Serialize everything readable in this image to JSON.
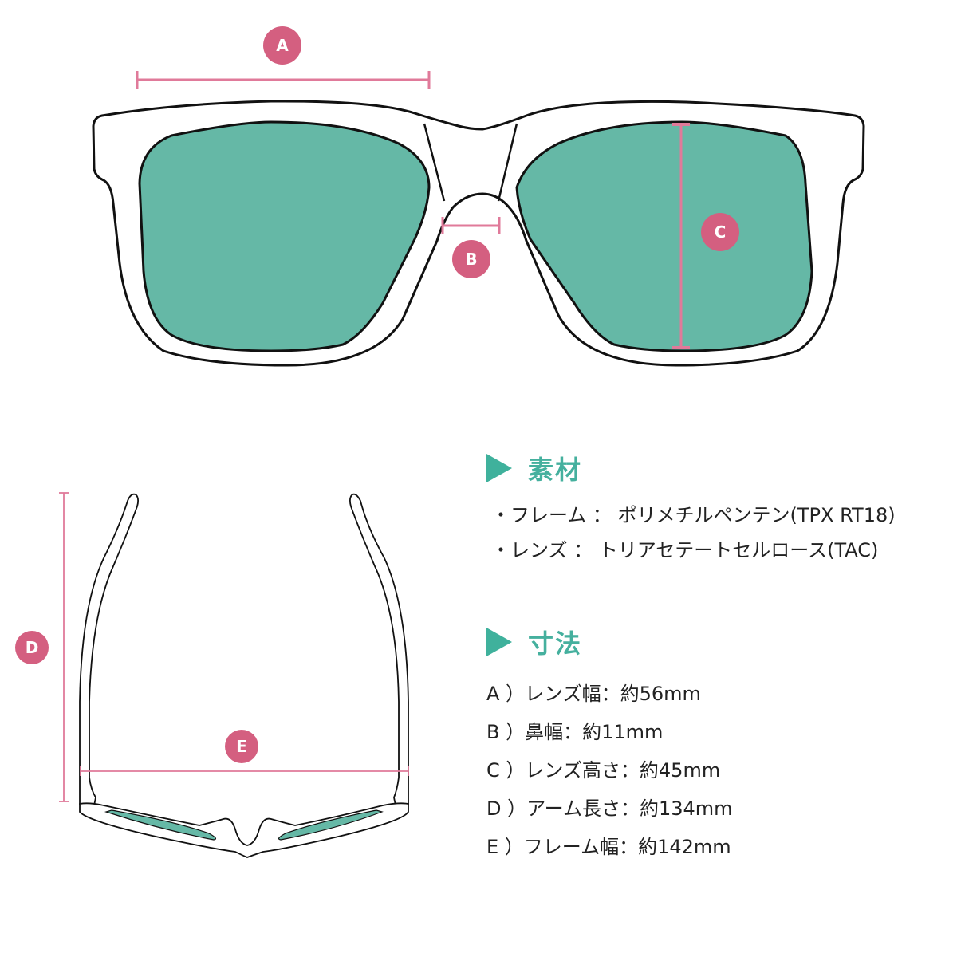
{
  "diagram": {
    "front_view": {
      "labels": {
        "A": "A",
        "B": "B",
        "C": "C"
      }
    },
    "top_view": {
      "labels": {
        "D": "D",
        "E": "E"
      }
    },
    "colors": {
      "lens": "#65b8a6",
      "measure": "#e07a9a",
      "badge": "#d45f80",
      "frame_stroke": "#111111",
      "heading": "#45b09e"
    }
  },
  "materials": {
    "title": "素材",
    "items": [
      "・フレーム ： ポリメチルペンテン(TPX RT18)",
      "・レンズ ： トリアセテートセルロース(TAC)"
    ]
  },
  "dimensions": {
    "title": "寸法",
    "items": [
      "A ）レンズ幅：約56mm",
      "B ）鼻幅：約11mm",
      "C ）レンズ高さ：約45mm",
      "D ）アーム長さ：約134mm",
      "E ）フレーム幅：約142mm"
    ]
  }
}
